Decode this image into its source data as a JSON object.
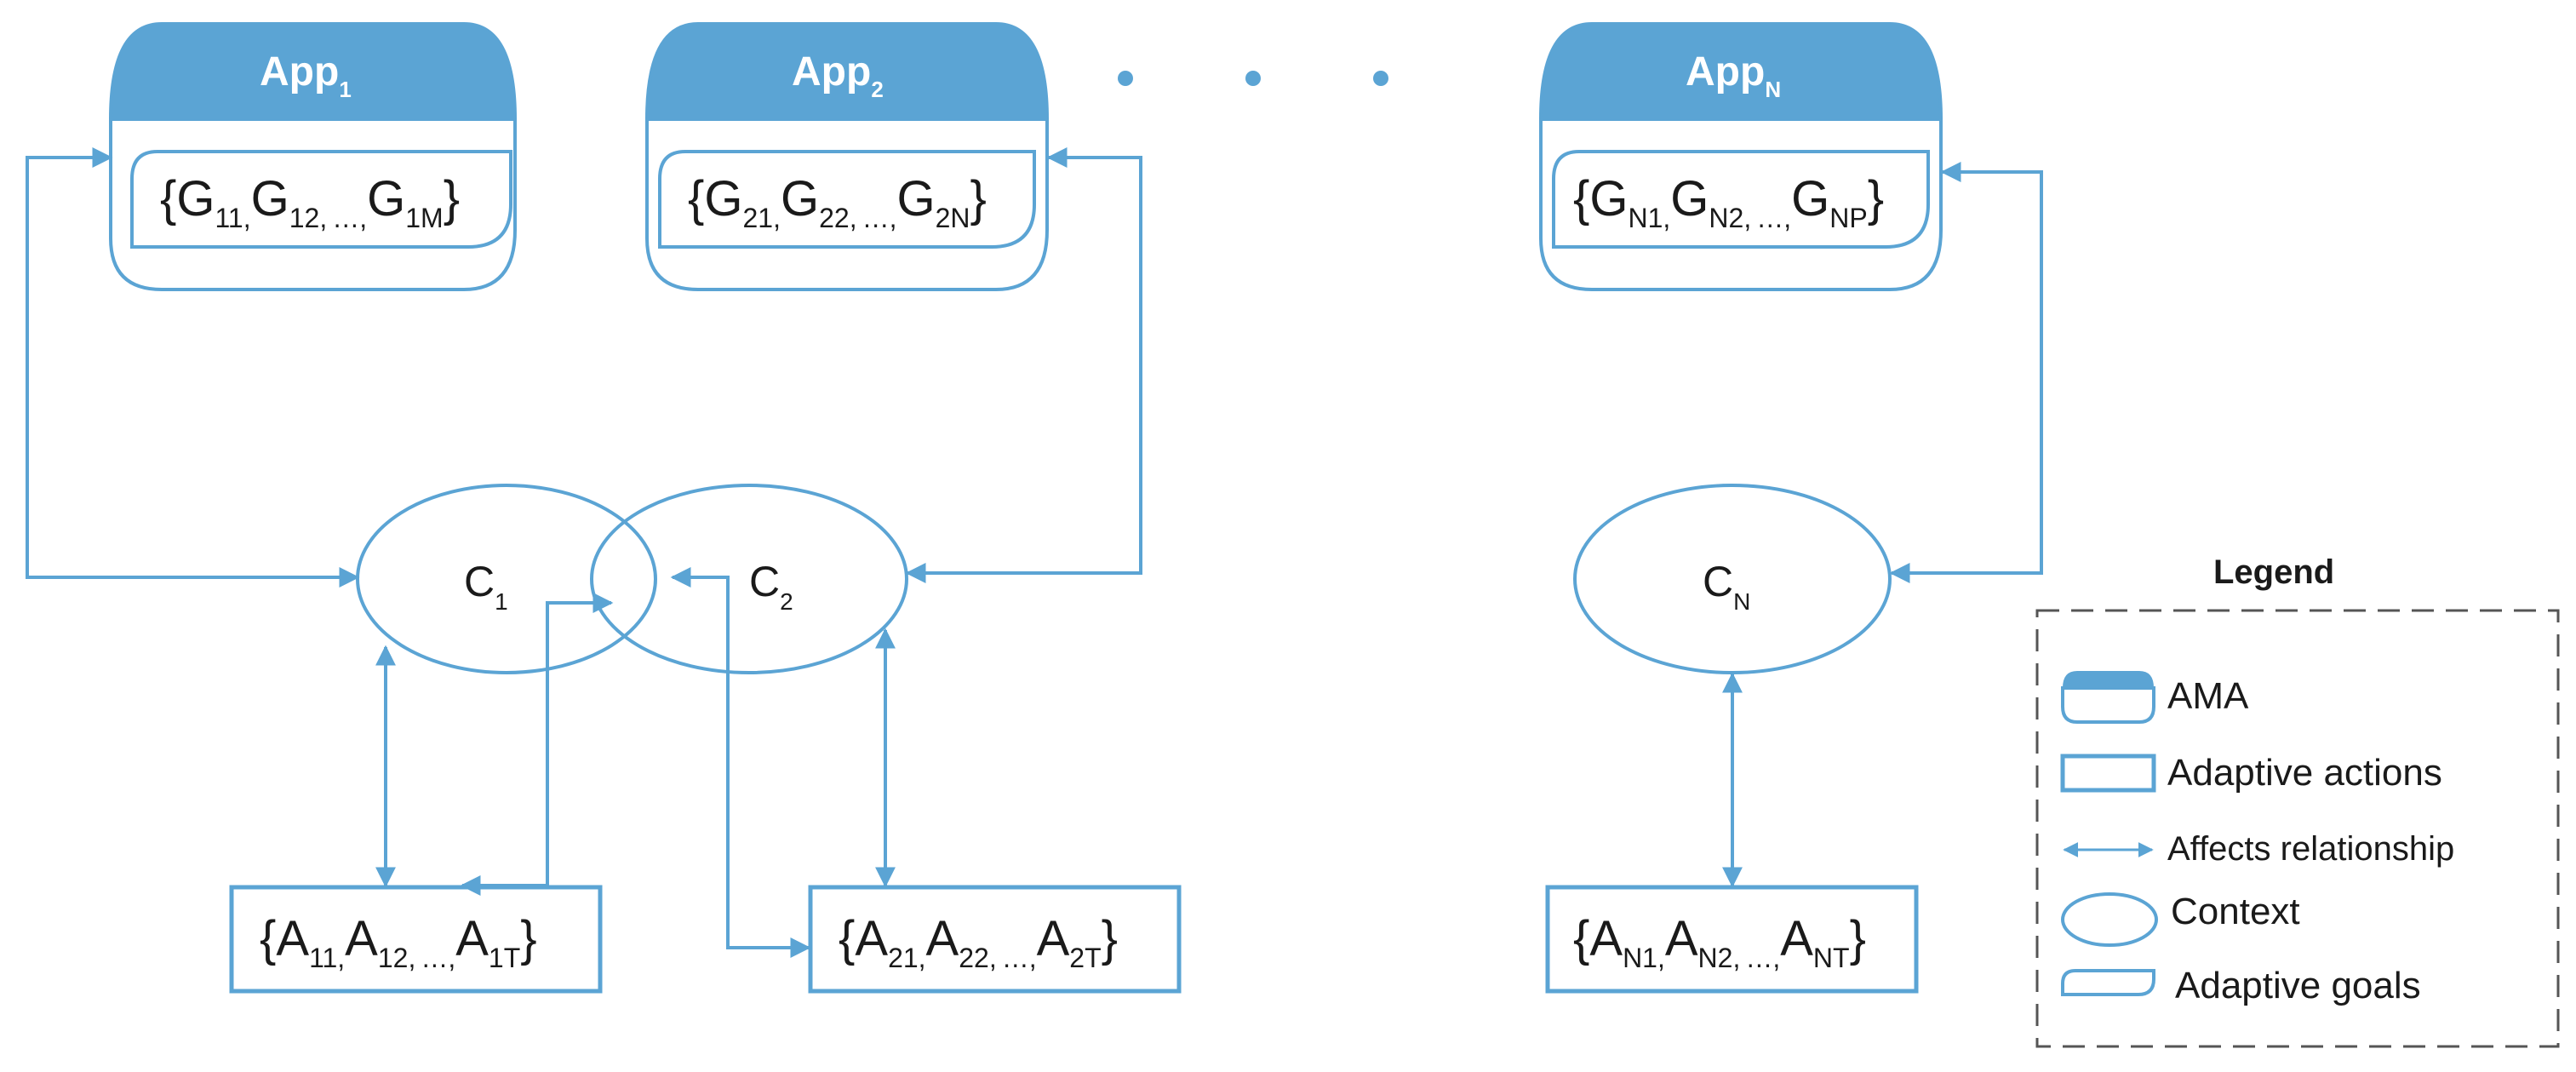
{
  "colors": {
    "accent": "#5ba4d4",
    "text": "#1a1a1a",
    "legend_border": "#555555"
  },
  "apps": [
    {
      "title": "App",
      "sub": "1",
      "goals": "{G",
      "g1": "11,",
      "g2": "12,",
      "gn_prefix": "…,",
      "g3": "1M",
      "close": "}"
    },
    {
      "title": "App",
      "sub": "2",
      "goals": "{G",
      "g1": "21,",
      "g2": "22,",
      "gn_prefix": "…,",
      "g3": "2N",
      "close": "}"
    },
    {
      "title": "App",
      "sub": "N",
      "goals": "{G",
      "g1": "N1,",
      "g2": "N2,",
      "gn_prefix": "…,",
      "g3": "NP",
      "close": "}"
    }
  ],
  "contexts": [
    {
      "letter": "C",
      "sub": "1"
    },
    {
      "letter": "C",
      "sub": "2"
    },
    {
      "letter": "C",
      "sub": "N"
    }
  ],
  "actions": [
    {
      "open": "{A",
      "a1": "11,",
      "a2": "12,",
      "mid": "…,",
      "a3": "1T",
      "close": "}"
    },
    {
      "open": "{A",
      "a1": "21,",
      "a2": "22,",
      "mid": "…,",
      "a3": "2T",
      "close": "}"
    },
    {
      "open": "{A",
      "a1": "N1,",
      "a2": "N2,",
      "mid": "…,",
      "a3": "NT",
      "close": "}"
    }
  ],
  "ellipsis_icon": "three-dots",
  "legend": {
    "title": "Legend",
    "items": [
      {
        "icon": "ama-icon",
        "label": "AMA"
      },
      {
        "icon": "adaptive-actions-icon",
        "label": "Adaptive actions"
      },
      {
        "icon": "affects-arrow-icon",
        "label": "Affects relationship"
      },
      {
        "icon": "context-icon",
        "label": "Context"
      },
      {
        "icon": "adaptive-goals-icon",
        "label": "Adaptive goals"
      }
    ]
  }
}
